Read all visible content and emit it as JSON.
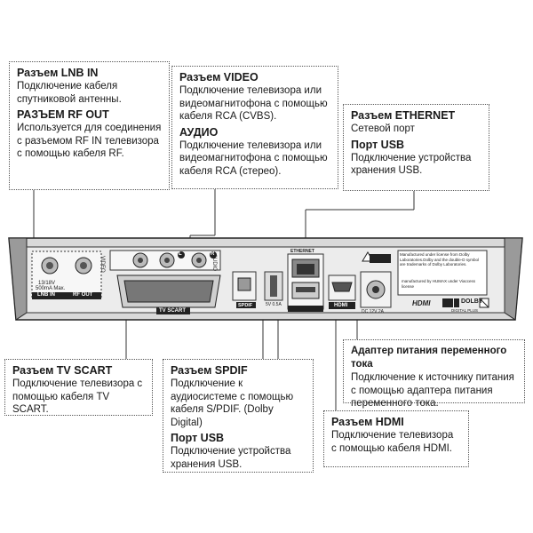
{
  "callouts": {
    "lnb": {
      "heading1": "Разъем LNB IN",
      "text1": "Подключение кабеля спутниковой антенны.",
      "heading2": "РАЗЪЕМ RF OUT",
      "text2": "Используется для соединения с разъемом RF IN телевизора с помощью кабеля RF."
    },
    "video": {
      "heading1": "Разъем VIDEO",
      "text1": "Подключение телевизора или видеомагнитофона с помощью кабеля RCA (CVBS).",
      "heading2": "АУДИО",
      "text2": "Подключение телевизора или видеомагнитофона с помощью кабеля RCA (стерео)."
    },
    "ethernet": {
      "heading1": "Разъем ETHERNET",
      "text1": "Сетевой порт",
      "heading2": "Порт USB",
      "text2": "Подключение устройства хранения USB."
    },
    "scart": {
      "heading1": "Разъем TV SCART",
      "text1": "Подключение телевизора с помощью кабеля TV SCART."
    },
    "spdif": {
      "heading1": "Разъем SPDIF",
      "text1": "Подключение к аудиосистеме с помощью кабеля S/PDIF. (Dolby Digital)",
      "heading2": "Порт USB",
      "text2": "Подключение устройства хранения USB."
    },
    "power": {
      "heading1": "Адаптер питания переменного тока",
      "text1": "Подключение к источнику питания с помощью адаптера питания переменного тока."
    },
    "hdmi": {
      "heading1": "Разъем HDMI",
      "text1": "Подключение телевизора с помощью кабеля HDMI."
    }
  },
  "panel_labels": {
    "lnb_in": "LNB IN",
    "rf_out": "RF OUT",
    "lnb_voltage": "13/18V",
    "lnb_current": "500mA Max.",
    "video": "VIDEO",
    "audio": "AUDIO",
    "audio_l": "L",
    "audio_r": "R",
    "tv_scart": "TV SCART",
    "spdif": "SPDIF",
    "usb_rating": "5V 0.5A",
    "ethernet": "ETHERNET",
    "hdmi": "HDMI",
    "dc_in": "DC 12V 2A",
    "license_text": "Manufactured under license from Dolby Laboratories.Dolby and the double-D symbol are trademarks of Dolby Laboratories.",
    "maker_text": "manufactured by HUMAX under Viaccess license",
    "hdmi_logo": "HDMI",
    "dolby_logo": "DOLBY",
    "dolby_sub": "DIGITAL PLUS"
  }
}
